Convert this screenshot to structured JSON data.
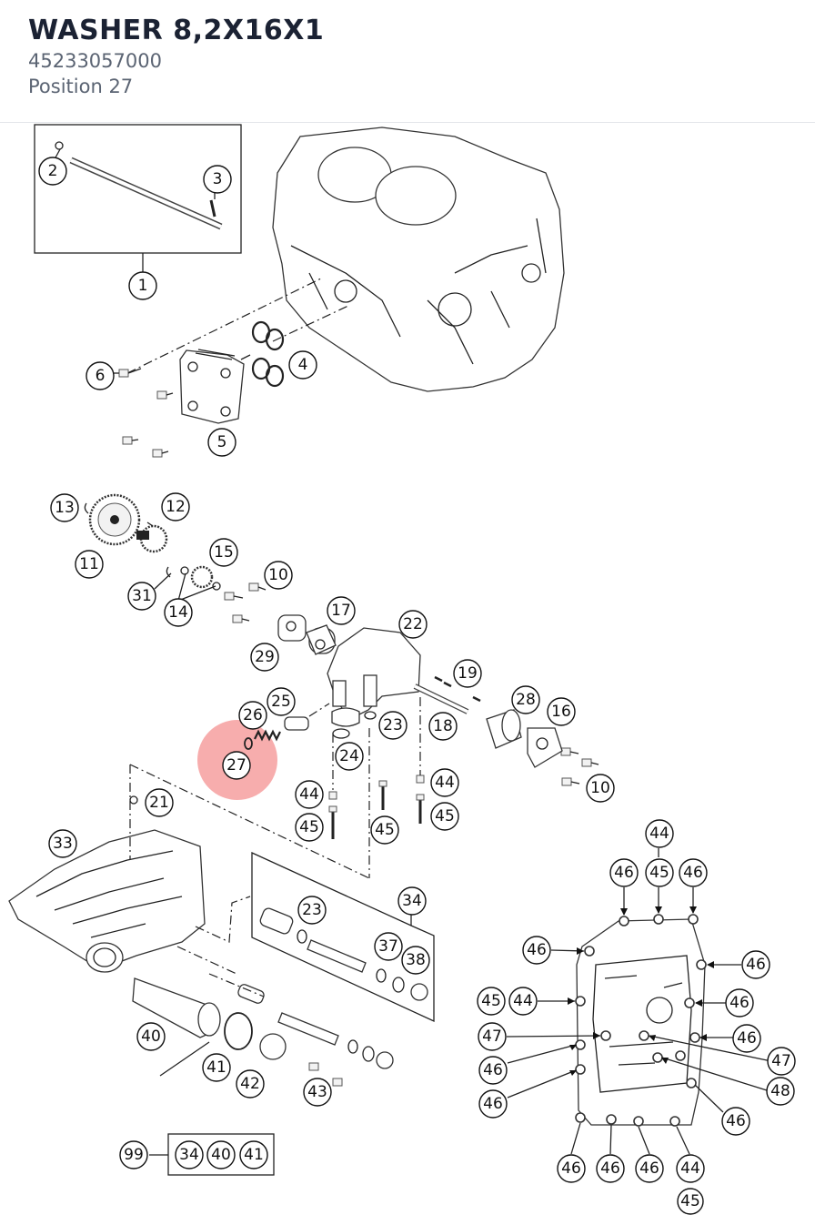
{
  "header": {
    "title": "WASHER 8,2X16X1",
    "part_number": "45233057000",
    "position": "Position 27"
  },
  "highlight_color": "#f06a6a",
  "diagram": {
    "highlighted_label": "27",
    "callouts": [
      {
        "id": "c1",
        "label": "2"
      },
      {
        "id": "c2",
        "label": "3"
      },
      {
        "id": "c3",
        "label": "1"
      },
      {
        "id": "c4",
        "label": "4"
      },
      {
        "id": "c5",
        "label": "6"
      },
      {
        "id": "c6",
        "label": "5"
      },
      {
        "id": "c7",
        "label": "13"
      },
      {
        "id": "c8",
        "label": "12"
      },
      {
        "id": "c9",
        "label": "11"
      },
      {
        "id": "c10",
        "label": "15"
      },
      {
        "id": "c11",
        "label": "10"
      },
      {
        "id": "c12",
        "label": "31"
      },
      {
        "id": "c13",
        "label": "14"
      },
      {
        "id": "c14",
        "label": "17"
      },
      {
        "id": "c15",
        "label": "22"
      },
      {
        "id": "c16",
        "label": "29"
      },
      {
        "id": "c17",
        "label": "19"
      },
      {
        "id": "c18",
        "label": "25"
      },
      {
        "id": "c19",
        "label": "26"
      },
      {
        "id": "c20",
        "label": "28"
      },
      {
        "id": "c21",
        "label": "16"
      },
      {
        "id": "c22",
        "label": "23"
      },
      {
        "id": "c23",
        "label": "18"
      },
      {
        "id": "c24",
        "label": "27"
      },
      {
        "id": "c25",
        "label": "24"
      },
      {
        "id": "c26",
        "label": "44"
      },
      {
        "id": "c27",
        "label": "44"
      },
      {
        "id": "c28",
        "label": "10"
      },
      {
        "id": "c29",
        "label": "21"
      },
      {
        "id": "c30",
        "label": "45"
      },
      {
        "id": "c31",
        "label": "45"
      },
      {
        "id": "c32",
        "label": "45"
      },
      {
        "id": "c33",
        "label": "33"
      },
      {
        "id": "c34",
        "label": "44"
      },
      {
        "id": "c35",
        "label": "46"
      },
      {
        "id": "c36",
        "label": "45"
      },
      {
        "id": "c37",
        "label": "46"
      },
      {
        "id": "c38",
        "label": "34"
      },
      {
        "id": "c39",
        "label": "23"
      },
      {
        "id": "c40",
        "label": "46"
      },
      {
        "id": "c41",
        "label": "46"
      },
      {
        "id": "c42",
        "label": "37"
      },
      {
        "id": "c43",
        "label": "38"
      },
      {
        "id": "c44",
        "label": "45"
      },
      {
        "id": "c45",
        "label": "44"
      },
      {
        "id": "c46",
        "label": "46"
      },
      {
        "id": "c47",
        "label": "40"
      },
      {
        "id": "c48",
        "label": "47"
      },
      {
        "id": "c49",
        "label": "46"
      },
      {
        "id": "c50",
        "label": "46"
      },
      {
        "id": "c51",
        "label": "47"
      },
      {
        "id": "c52",
        "label": "41"
      },
      {
        "id": "c53",
        "label": "42"
      },
      {
        "id": "c54",
        "label": "48"
      },
      {
        "id": "c55",
        "label": "43"
      },
      {
        "id": "c56",
        "label": "46"
      },
      {
        "id": "c57",
        "label": "46"
      },
      {
        "id": "c58",
        "label": "99"
      },
      {
        "id": "c59",
        "label": "34"
      },
      {
        "id": "c60",
        "label": "40"
      },
      {
        "id": "c61",
        "label": "41"
      },
      {
        "id": "c62",
        "label": "46"
      },
      {
        "id": "c63",
        "label": "46"
      },
      {
        "id": "c64",
        "label": "46"
      },
      {
        "id": "c65",
        "label": "44"
      },
      {
        "id": "c66",
        "label": "45"
      }
    ]
  }
}
